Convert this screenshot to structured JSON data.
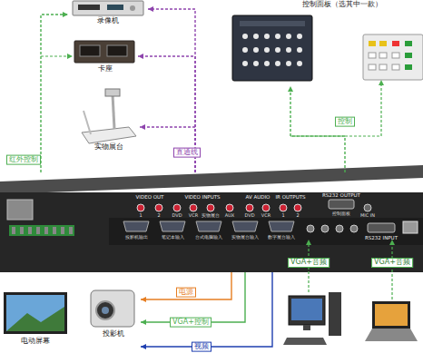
{
  "diagram": {
    "nodes": [
      {
        "text": [
          "录像机"
        ]
      },
      {
        "text": [
          "卡座"
        ]
      },
      {
        "text": [
          "实物展台"
        ]
      },
      {
        "text": [
          "控制面板（选其中一款）"
        ]
      },
      {
        "text": [
          "VIDEO OUT",
          "VIDEO INPUTS",
          "AV AUDIO",
          "IR OUTPUTS",
          "RS232 OUTPUT",
          "RS232 INPUT"
        ]
      },
      {
        "text": [
          "电动屏幕"
        ]
      },
      {
        "text": [
          "投影机"
        ]
      }
    ],
    "edges": [
      {
        "from": 4,
        "to": 0,
        "arrow": "to"
      },
      {
        "from": 4,
        "to": 1,
        "arrow": "to"
      },
      {
        "from": 4,
        "to": 2,
        "label": "直通线",
        "arrow": "to"
      },
      {
        "from": 4,
        "to": 3,
        "label": "控制",
        "arrow": "to"
      },
      {
        "from": 4,
        "to": 0,
        "label": "红外控制",
        "arrow": "to"
      },
      {
        "from": 4,
        "to": 6,
        "label": "电源",
        "arrow": "to"
      },
      {
        "from": 4,
        "to": 6,
        "label": "VGA+控制",
        "arrow": "to"
      },
      {
        "from": 4,
        "to": 6,
        "label": "视频",
        "arrow": "to"
      }
    ],
    "labels": [
      "1",
      "2",
      "DVD",
      "VCR",
      "实物展台",
      "AUX",
      "DVD",
      "VCR",
      "1",
      "2",
      "控制面板",
      "MIC IN",
      "投影机输出",
      "笔记本输入",
      "台式电脑输入",
      "实物展台输入",
      "数字展台输入",
      "VGA+音频",
      "VGA+音频"
    ]
  }
}
